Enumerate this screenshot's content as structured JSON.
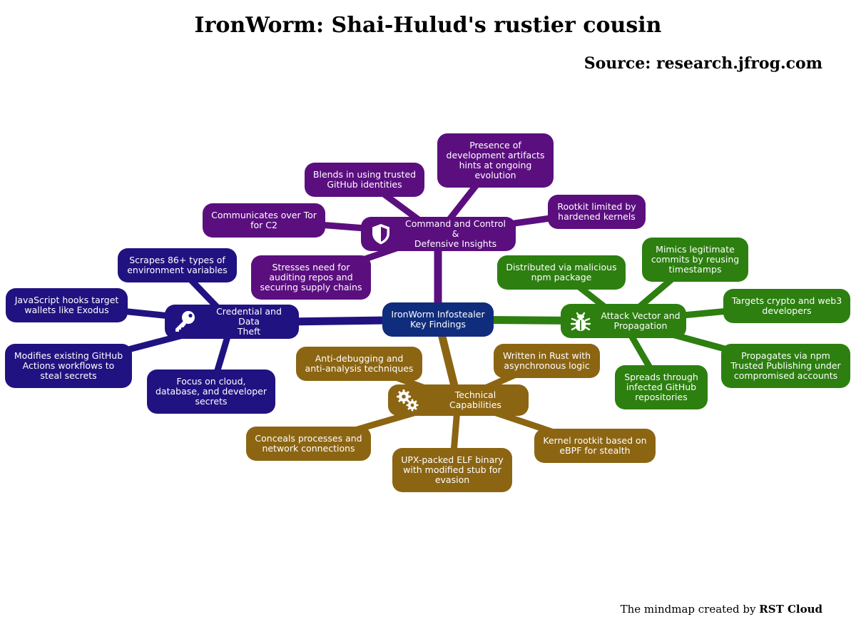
{
  "title": "IronWorm: Shai-Hulud's rustier cousin",
  "source": "Source: research.jfrog.com",
  "footer": {
    "prefix": "The mindmap created by",
    "brand": "RST Cloud"
  },
  "colors": {
    "purple": "#5b0f7f",
    "navy": "#211281",
    "green": "#2d7f10",
    "gold": "#8c6513",
    "center": "#102d7d"
  },
  "center": "IronWorm Infostealer\nKey Findings",
  "branches": {
    "command_control": {
      "label": "Command and Control &\nDefensive Insights",
      "icon": "shield-icon",
      "children": [
        "Presence of\ndevelopment artifacts\nhints at ongoing\nevolution",
        "Blends in using trusted\nGitHub identities",
        "Rootkit limited by\nhardened kernels",
        "Communicates over Tor\nfor C2",
        "Stresses need for\nauditing repos and\nsecuring supply chains"
      ]
    },
    "credential_theft": {
      "label": "Credential and Data\nTheft",
      "icon": "key-icon",
      "children": [
        "Scrapes 86+ types of\nenvironment variables",
        "JavaScript hooks target\nwallets like Exodus",
        "Modifies existing GitHub\nActions workflows to\nsteal secrets",
        "Focus on cloud,\ndatabase, and developer\nsecrets"
      ]
    },
    "attack_vector": {
      "label": "Attack Vector and\nPropagation",
      "icon": "bug-icon",
      "children": [
        "Mimics legitimate\ncommits by reusing\ntimestamps",
        "Distributed via malicious\nnpm package",
        "Targets crypto and web3\ndevelopers",
        "Propagates via npm\nTrusted Publishing under\ncompromised accounts",
        "Spreads through\ninfected GitHub\nrepositories"
      ]
    },
    "technical": {
      "label": "Technical Capabilities",
      "icon": "gears-icon",
      "children": [
        "Anti-debugging and\nanti-analysis techniques",
        "Written in Rust with\nasynchronous logic",
        "Conceals processes and\nnetwork connections",
        "Kernel rootkit based on\neBPF for stealth",
        "UPX-packed ELF binary\nwith modified stub for\nevasion"
      ]
    }
  }
}
